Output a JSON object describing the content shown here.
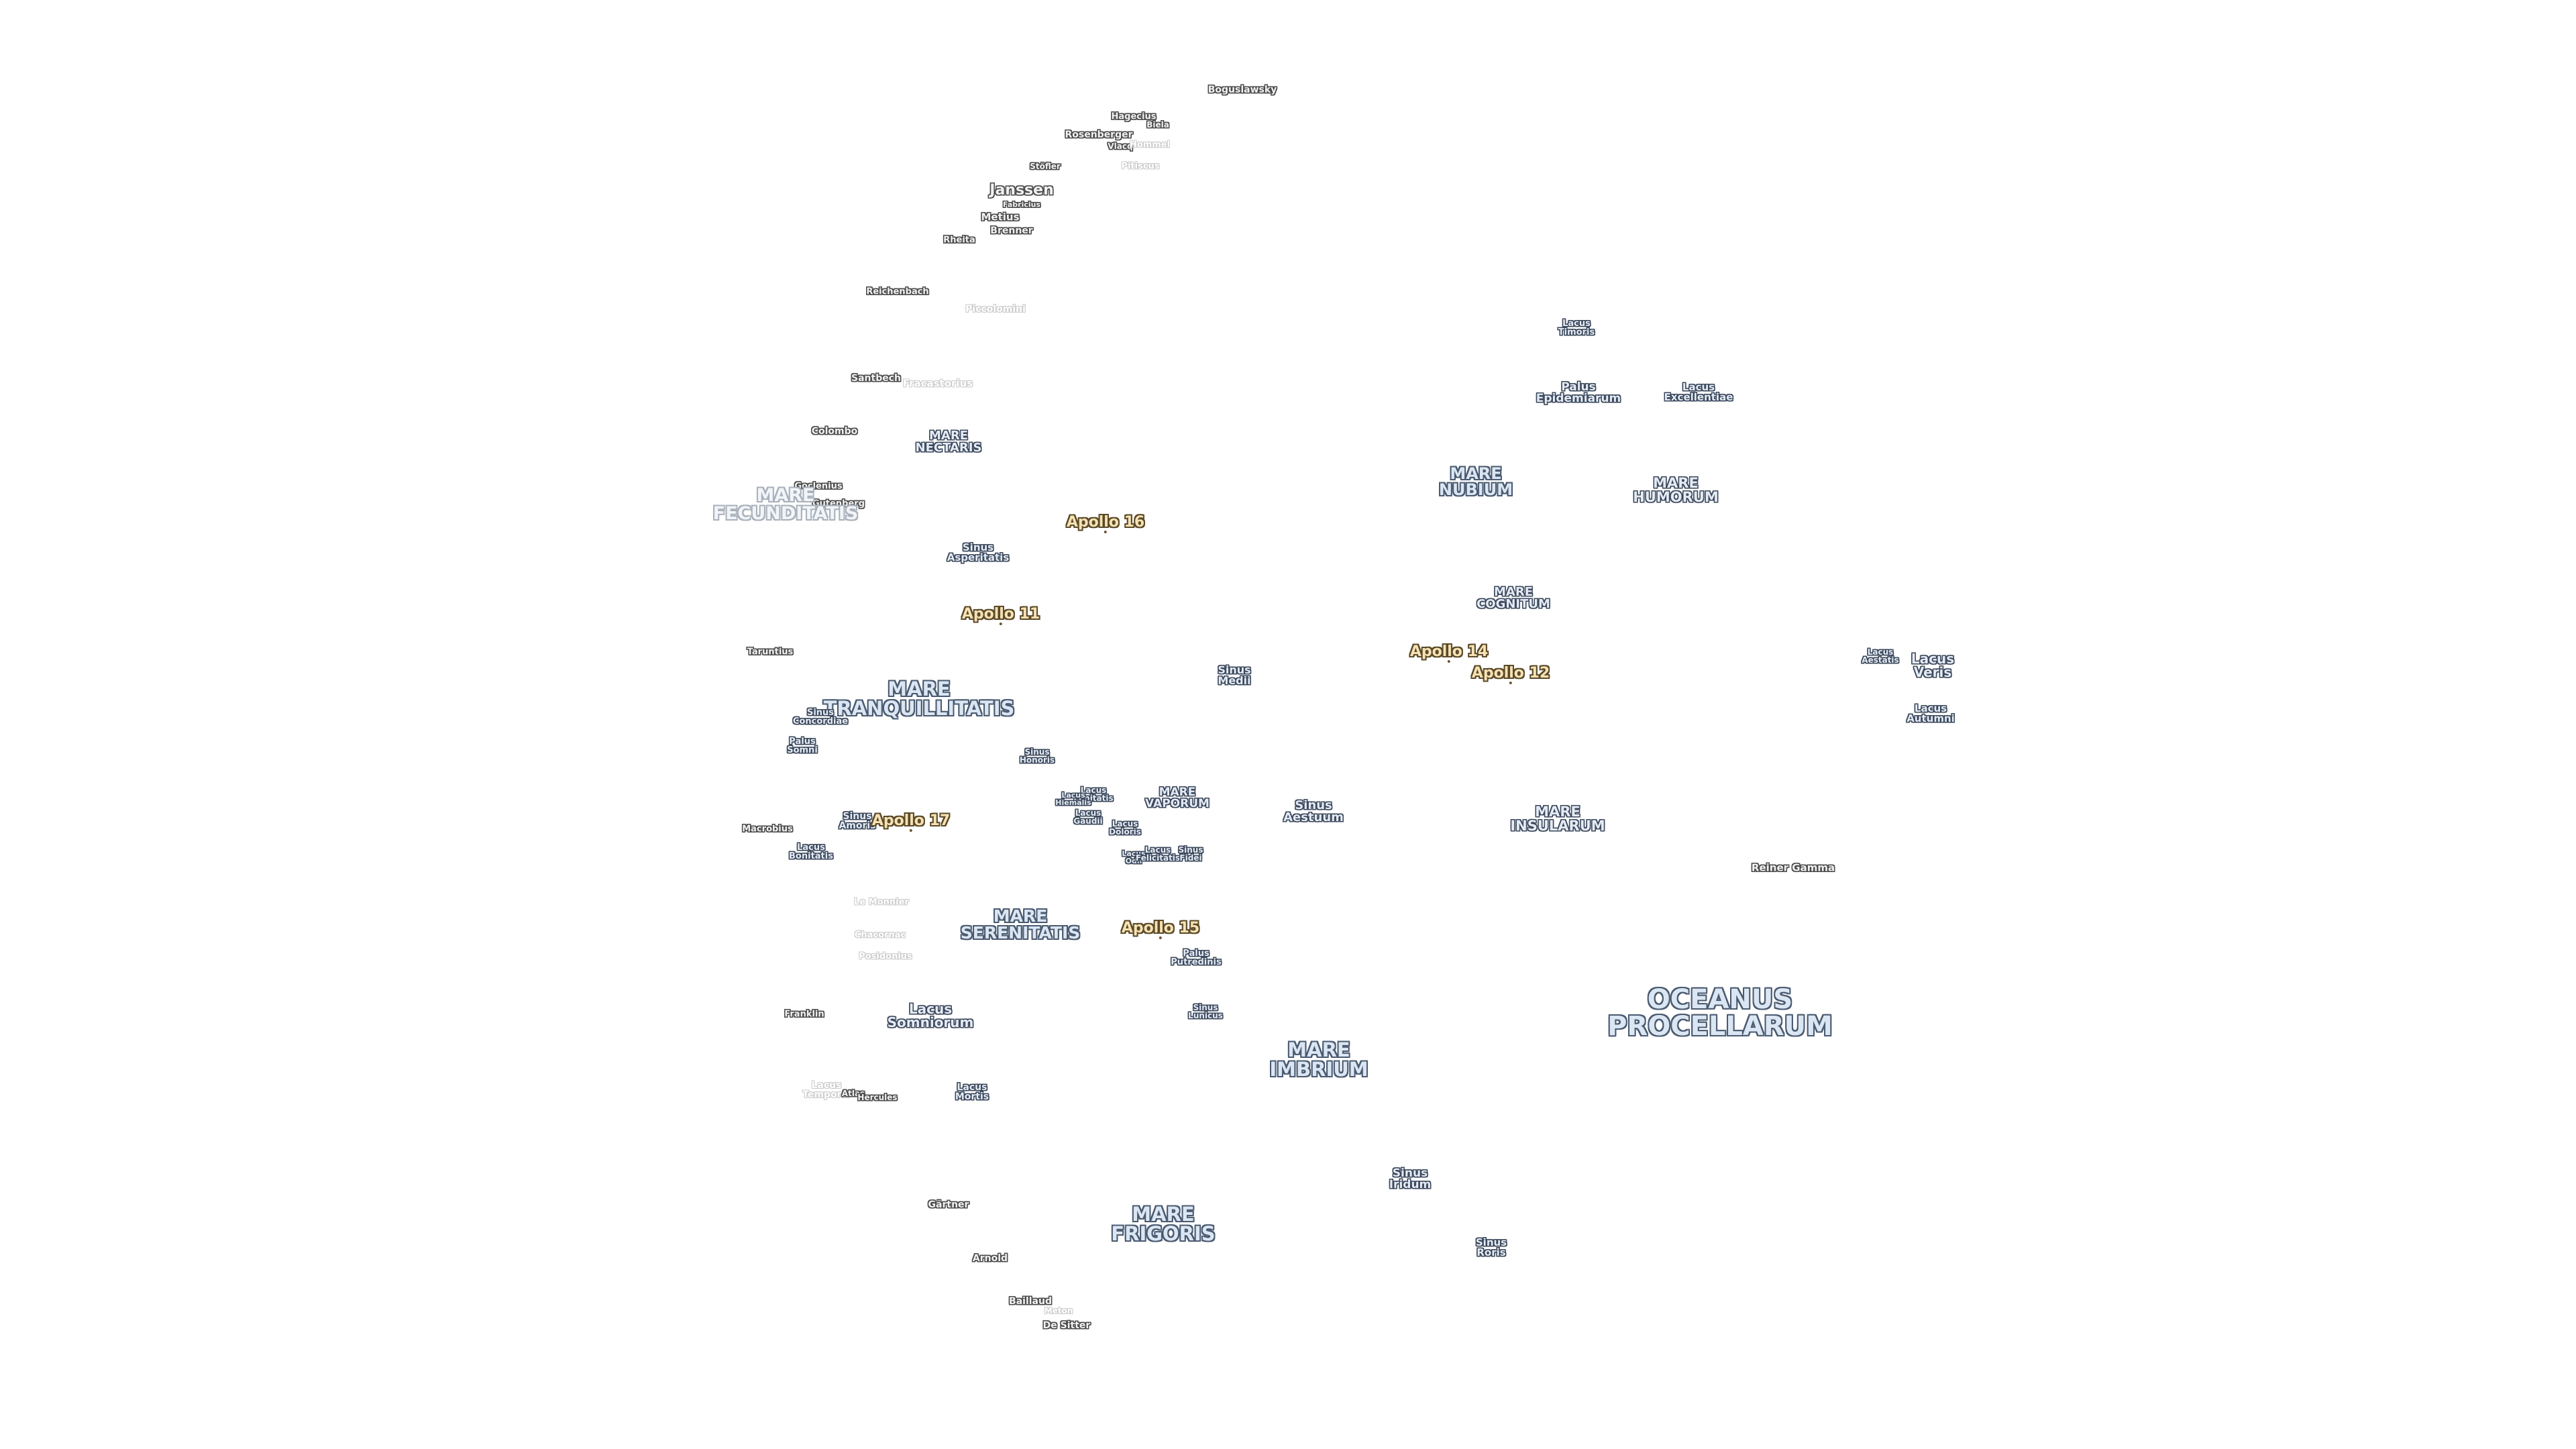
{
  "map": {
    "labels": [
      {
        "text": "Boguslawsky",
        "kind": "crater",
        "lines": [
          "Boguslawsky"
        ]
      },
      {
        "text": "Hagecius",
        "kind": "crater",
        "lines": [
          "Hagecius"
        ]
      },
      {
        "text": "Biela",
        "kind": "crater",
        "lines": [
          "Biela"
        ]
      },
      {
        "text": "Rosenberger",
        "kind": "crater",
        "lines": [
          "Rosenberger"
        ]
      },
      {
        "text": "Vlacq",
        "kind": "crater",
        "lines": [
          "Vlacq"
        ]
      },
      {
        "text": "Hommel",
        "kind": "faint",
        "lines": [
          "Hommel"
        ]
      },
      {
        "text": "Stöfler",
        "kind": "crater",
        "lines": [
          "Stöfler"
        ]
      },
      {
        "text": "Pitiscus",
        "kind": "faint",
        "lines": [
          "Pitiscus"
        ]
      },
      {
        "text": "Janssen",
        "kind": "crater",
        "lines": [
          "Janssen"
        ]
      },
      {
        "text": "Fabricius",
        "kind": "crater",
        "lines": [
          "Fabricius"
        ]
      },
      {
        "text": "Metius",
        "kind": "crater",
        "lines": [
          "Metius"
        ]
      },
      {
        "text": "Brenner",
        "kind": "crater",
        "lines": [
          "Brenner"
        ]
      },
      {
        "text": "Rheita",
        "kind": "crater",
        "lines": [
          "Rheita"
        ]
      },
      {
        "text": "Reichenbach",
        "kind": "crater",
        "lines": [
          "Reichenbach"
        ]
      },
      {
        "text": "Piccolomini",
        "kind": "faint",
        "lines": [
          "Piccolomini"
        ]
      },
      {
        "text": "Santbech",
        "kind": "crater",
        "lines": [
          "Santbech"
        ]
      },
      {
        "text": "Fracastorius",
        "kind": "faint",
        "lines": [
          "Fracastorius"
        ]
      },
      {
        "text": "Colombo",
        "kind": "crater",
        "lines": [
          "Colombo"
        ]
      },
      {
        "text": "MARE NECTARIS",
        "kind": "sinus",
        "lines": [
          "MARE",
          "NECTARIS"
        ]
      },
      {
        "text": "Goclenius",
        "kind": "crater",
        "lines": [
          "Goclenius"
        ]
      },
      {
        "text": "Gutenberg",
        "kind": "crater",
        "lines": [
          "Gutenberg"
        ]
      },
      {
        "text": "MARE FECUNDITATIS",
        "kind": "mare-faint",
        "lines": [
          "MARE",
          "FECUNDITATIS"
        ]
      },
      {
        "text": "Sinus Asperitatis",
        "kind": "sinus",
        "lines": [
          "Sinus",
          "Asperitatis"
        ]
      },
      {
        "text": "Apollo 16",
        "kind": "apollo",
        "lines": [
          "Apollo 16"
        ]
      },
      {
        "text": "Apollo 11",
        "kind": "apollo",
        "lines": [
          "Apollo 11"
        ]
      },
      {
        "text": "Taruntius",
        "kind": "crater",
        "lines": [
          "Taruntius"
        ]
      },
      {
        "text": "MARE TRANQUILLITATIS",
        "kind": "mare",
        "lines": [
          "MARE",
          "TRANQUILLITATIS"
        ]
      },
      {
        "text": "Sinus Concordiae",
        "kind": "sinus",
        "lines": [
          "Sinus",
          "Concordiae"
        ]
      },
      {
        "text": "Palus Somni",
        "kind": "sinus",
        "lines": [
          "Palus",
          "Somni"
        ]
      },
      {
        "text": "Sinus Medii",
        "kind": "sinus",
        "lines": [
          "Sinus",
          "Medii"
        ]
      },
      {
        "text": "Sinus Honoris",
        "kind": "sinus",
        "lines": [
          "Sinus",
          "Honoris"
        ]
      },
      {
        "text": "Lacus Lenitatis",
        "kind": "sinus",
        "lines": [
          "Lacus",
          "Lenitatis"
        ]
      },
      {
        "text": "Lacus Hiemalis",
        "kind": "sinus",
        "lines": [
          "Lacus",
          "Hiemalis"
        ]
      },
      {
        "text": "Lacus Gaudii",
        "kind": "sinus",
        "lines": [
          "Lacus",
          "Gaudii"
        ]
      },
      {
        "text": "MARE VAPORUM",
        "kind": "sinus",
        "lines": [
          "MARE",
          "VAPORUM"
        ]
      },
      {
        "text": "Lacus Doloris",
        "kind": "sinus",
        "lines": [
          "Lacus",
          "Doloris"
        ]
      },
      {
        "text": "Lacus Odii",
        "kind": "sinus",
        "lines": [
          "Lacus",
          "Odii"
        ]
      },
      {
        "text": "Lacus Felicitatis",
        "kind": "sinus",
        "lines": [
          "Lacus",
          "Felicitatis"
        ]
      },
      {
        "text": "Sinus Fidei",
        "kind": "sinus",
        "lines": [
          "Sinus",
          "Fidei"
        ]
      },
      {
        "text": "Macrobius",
        "kind": "crater",
        "lines": [
          "Macrobius"
        ]
      },
      {
        "text": "Sinus Amoris",
        "kind": "sinus",
        "lines": [
          "Sinus",
          "Amoris"
        ]
      },
      {
        "text": "Apollo 17",
        "kind": "apollo",
        "lines": [
          "Apollo 17"
        ]
      },
      {
        "text": "Lacus Bonitatis",
        "kind": "sinus",
        "lines": [
          "Lacus",
          "Bonitatis"
        ]
      },
      {
        "text": "Sinus Aestuum",
        "kind": "sinus",
        "lines": [
          "Sinus",
          "Aestuum"
        ]
      },
      {
        "text": "Le Monnier",
        "kind": "faint",
        "lines": [
          "Le Monnier"
        ]
      },
      {
        "text": "Chacornac",
        "kind": "faint",
        "lines": [
          "Chacornac"
        ]
      },
      {
        "text": "Posidonius",
        "kind": "faint",
        "lines": [
          "Posidonius"
        ]
      },
      {
        "text": "MARE SERENITATIS",
        "kind": "mare",
        "lines": [
          "MARE",
          "SERENITATIS"
        ]
      },
      {
        "text": "Apollo 15",
        "kind": "apollo",
        "lines": [
          "Apollo 15"
        ]
      },
      {
        "text": "Palus Putredinis",
        "kind": "sinus",
        "lines": [
          "Palus",
          "Putredinis"
        ]
      },
      {
        "text": "Franklin",
        "kind": "crater",
        "lines": [
          "Franklin"
        ]
      },
      {
        "text": "Lacus Somniorum",
        "kind": "sinus",
        "lines": [
          "Lacus",
          "Somniorum"
        ]
      },
      {
        "text": "Sinus Lunicus",
        "kind": "sinus",
        "lines": [
          "Sinus",
          "Lunicus"
        ]
      },
      {
        "text": "MARE IMBRIUM",
        "kind": "mare",
        "lines": [
          "MARE",
          "IMBRIUM"
        ]
      },
      {
        "text": "Lacus Temporis",
        "kind": "faint",
        "lines": [
          "Lacus",
          "Temporis"
        ]
      },
      {
        "text": "Atlas",
        "kind": "crater",
        "lines": [
          "Atlas"
        ]
      },
      {
        "text": "Hercules",
        "kind": "crater",
        "lines": [
          "Hercules"
        ]
      },
      {
        "text": "Lacus Mortis",
        "kind": "sinus",
        "lines": [
          "Lacus",
          "Mortis"
        ]
      },
      {
        "text": "Gärtner",
        "kind": "crater",
        "lines": [
          "Gärtner"
        ]
      },
      {
        "text": "MARE FRIGORIS",
        "kind": "mare",
        "lines": [
          "MARE",
          "FRIGORIS"
        ]
      },
      {
        "text": "Arnold",
        "kind": "crater",
        "lines": [
          "Arnold"
        ]
      },
      {
        "text": "Baillaud",
        "kind": "crater",
        "lines": [
          "Baillaud"
        ]
      },
      {
        "text": "Meton",
        "kind": "faint",
        "lines": [
          "Meton"
        ]
      },
      {
        "text": "De Sitter",
        "kind": "crater",
        "lines": [
          "De Sitter"
        ]
      },
      {
        "text": "Sinus Iridum",
        "kind": "sinus",
        "lines": [
          "Sinus",
          "Iridum"
        ]
      },
      {
        "text": "Sinus Roris",
        "kind": "sinus",
        "lines": [
          "Sinus",
          "Roris"
        ]
      },
      {
        "text": "Lacus Timoris",
        "kind": "sinus",
        "lines": [
          "Lacus",
          "Timoris"
        ]
      },
      {
        "text": "Palus Epidemiarum",
        "kind": "sinus",
        "lines": [
          "Palus",
          "Epidemiarum"
        ]
      },
      {
        "text": "Lacus Excellentiae",
        "kind": "sinus",
        "lines": [
          "Lacus",
          "Excellentiae"
        ]
      },
      {
        "text": "MARE NUBIUM",
        "kind": "mare",
        "lines": [
          "MARE",
          "NUBIUM"
        ]
      },
      {
        "text": "MARE HUMORUM",
        "kind": "sinus",
        "lines": [
          "MARE",
          "HUMORUM"
        ]
      },
      {
        "text": "MARE COGNITUM",
        "kind": "sinus",
        "lines": [
          "MARE",
          "COGNITUM"
        ]
      },
      {
        "text": "Apollo 14",
        "kind": "apollo",
        "lines": [
          "Apollo 14"
        ]
      },
      {
        "text": "Apollo 12",
        "kind": "apollo",
        "lines": [
          "Apollo 12"
        ]
      },
      {
        "text": "MARE INSULARUM",
        "kind": "sinus",
        "lines": [
          "MARE",
          "INSULARUM"
        ]
      },
      {
        "text": "Reiner Gamma",
        "kind": "crater",
        "lines": [
          "Reiner Gamma"
        ]
      },
      {
        "text": "OCEANUS PROCELLARUM",
        "kind": "mare",
        "lines": [
          "OCEANUS",
          "PROCELLARUM"
        ]
      },
      {
        "text": "Lacus Aestatis",
        "kind": "sinus",
        "lines": [
          "Lacus",
          "Aestatis"
        ]
      },
      {
        "text": "Lacus Veris",
        "kind": "sinus",
        "lines": [
          "Lacus",
          "Veris"
        ]
      },
      {
        "text": "Lacus Autumni",
        "kind": "sinus",
        "lines": [
          "Lacus",
          "Autumni"
        ]
      }
    ]
  }
}
